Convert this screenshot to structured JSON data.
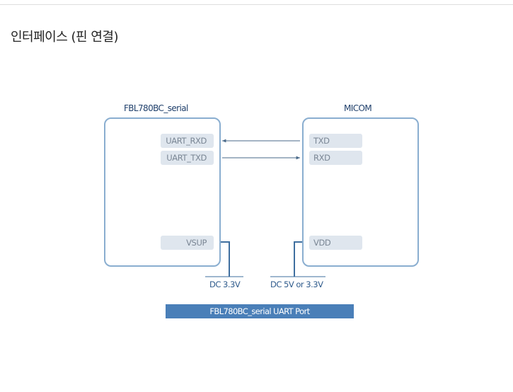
{
  "page": {
    "title": "인터페이스 (핀 연결)"
  },
  "diagram": {
    "left_device": {
      "name": "FBL780BC_serial",
      "pins": {
        "rx": "UART_RXD",
        "tx": "UART_TXD",
        "power": "VSUP"
      },
      "supply": "DC 3.3V"
    },
    "right_device": {
      "name": "MICOM",
      "pins": {
        "tx": "TXD",
        "rx": "RXD",
        "power": "VDD"
      },
      "supply": "DC 5V or 3.3V"
    },
    "caption": "FBL780BC_serial UART Port"
  },
  "colors": {
    "box_border": "#8aaed0",
    "pin_fill": "#dfe6ee",
    "pin_text": "#7a8694",
    "wire": "#4a6a8a",
    "power_wire": "#3f6f9f",
    "caption_bar": "#4a7fb8",
    "label_text": "#1f3f6b"
  }
}
